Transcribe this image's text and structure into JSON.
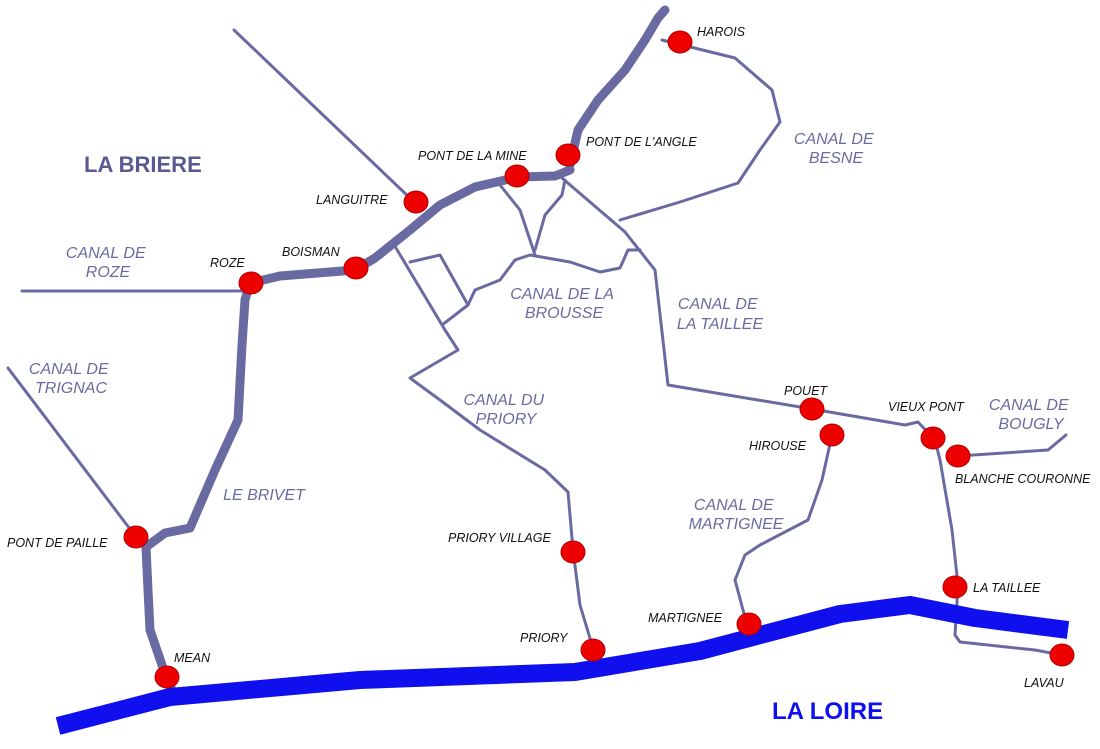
{
  "regions": {
    "briere": "LA BRIERE",
    "loire": "LA LOIRE"
  },
  "canals": {
    "roze": [
      "CANAL DE",
      "ROZE"
    ],
    "trignac": [
      "CANAL DE",
      "TRIGNAC"
    ],
    "brivet": "LE BRIVET",
    "besne": [
      "CANAL DE",
      "BESNE"
    ],
    "brousse": [
      "CANAL DE LA",
      "BROUSSE"
    ],
    "taillee": [
      "CANAL DE",
      "LA TAILLEE"
    ],
    "priory": [
      "CANAL DU",
      "PRIORY"
    ],
    "martignee": [
      "CANAL DE",
      "MARTIGNEE"
    ],
    "bougly": [
      "CANAL DE",
      "BOUGLY"
    ]
  },
  "towns": {
    "harois": "HAROIS",
    "pont_de_l_angle": "PONT DE L'ANGLE",
    "pont_de_la_mine": "PONT DE LA MINE",
    "languitre": "LANGUITRE",
    "boisman": "BOISMAN",
    "roze": "ROZE",
    "pont_de_paille": "PONT DE PAILLE",
    "mean": "MEAN",
    "priory_village": "PRIORY VILLAGE",
    "priory": "PRIORY",
    "pouet": "POUET",
    "hirouse": "HIROUSE",
    "vieux_pont": "VIEUX PONT",
    "blanche_couronne": "BLANCHE COURONNE",
    "martignee": "MARTIGNEE",
    "la_taillee": "LA TAILLEE",
    "lavau": "LAVAU"
  },
  "colors": {
    "canal": "#6a6aa2",
    "river": "#1010ee",
    "town_marker": "#ee0000",
    "region_text": "#5a5a92"
  }
}
